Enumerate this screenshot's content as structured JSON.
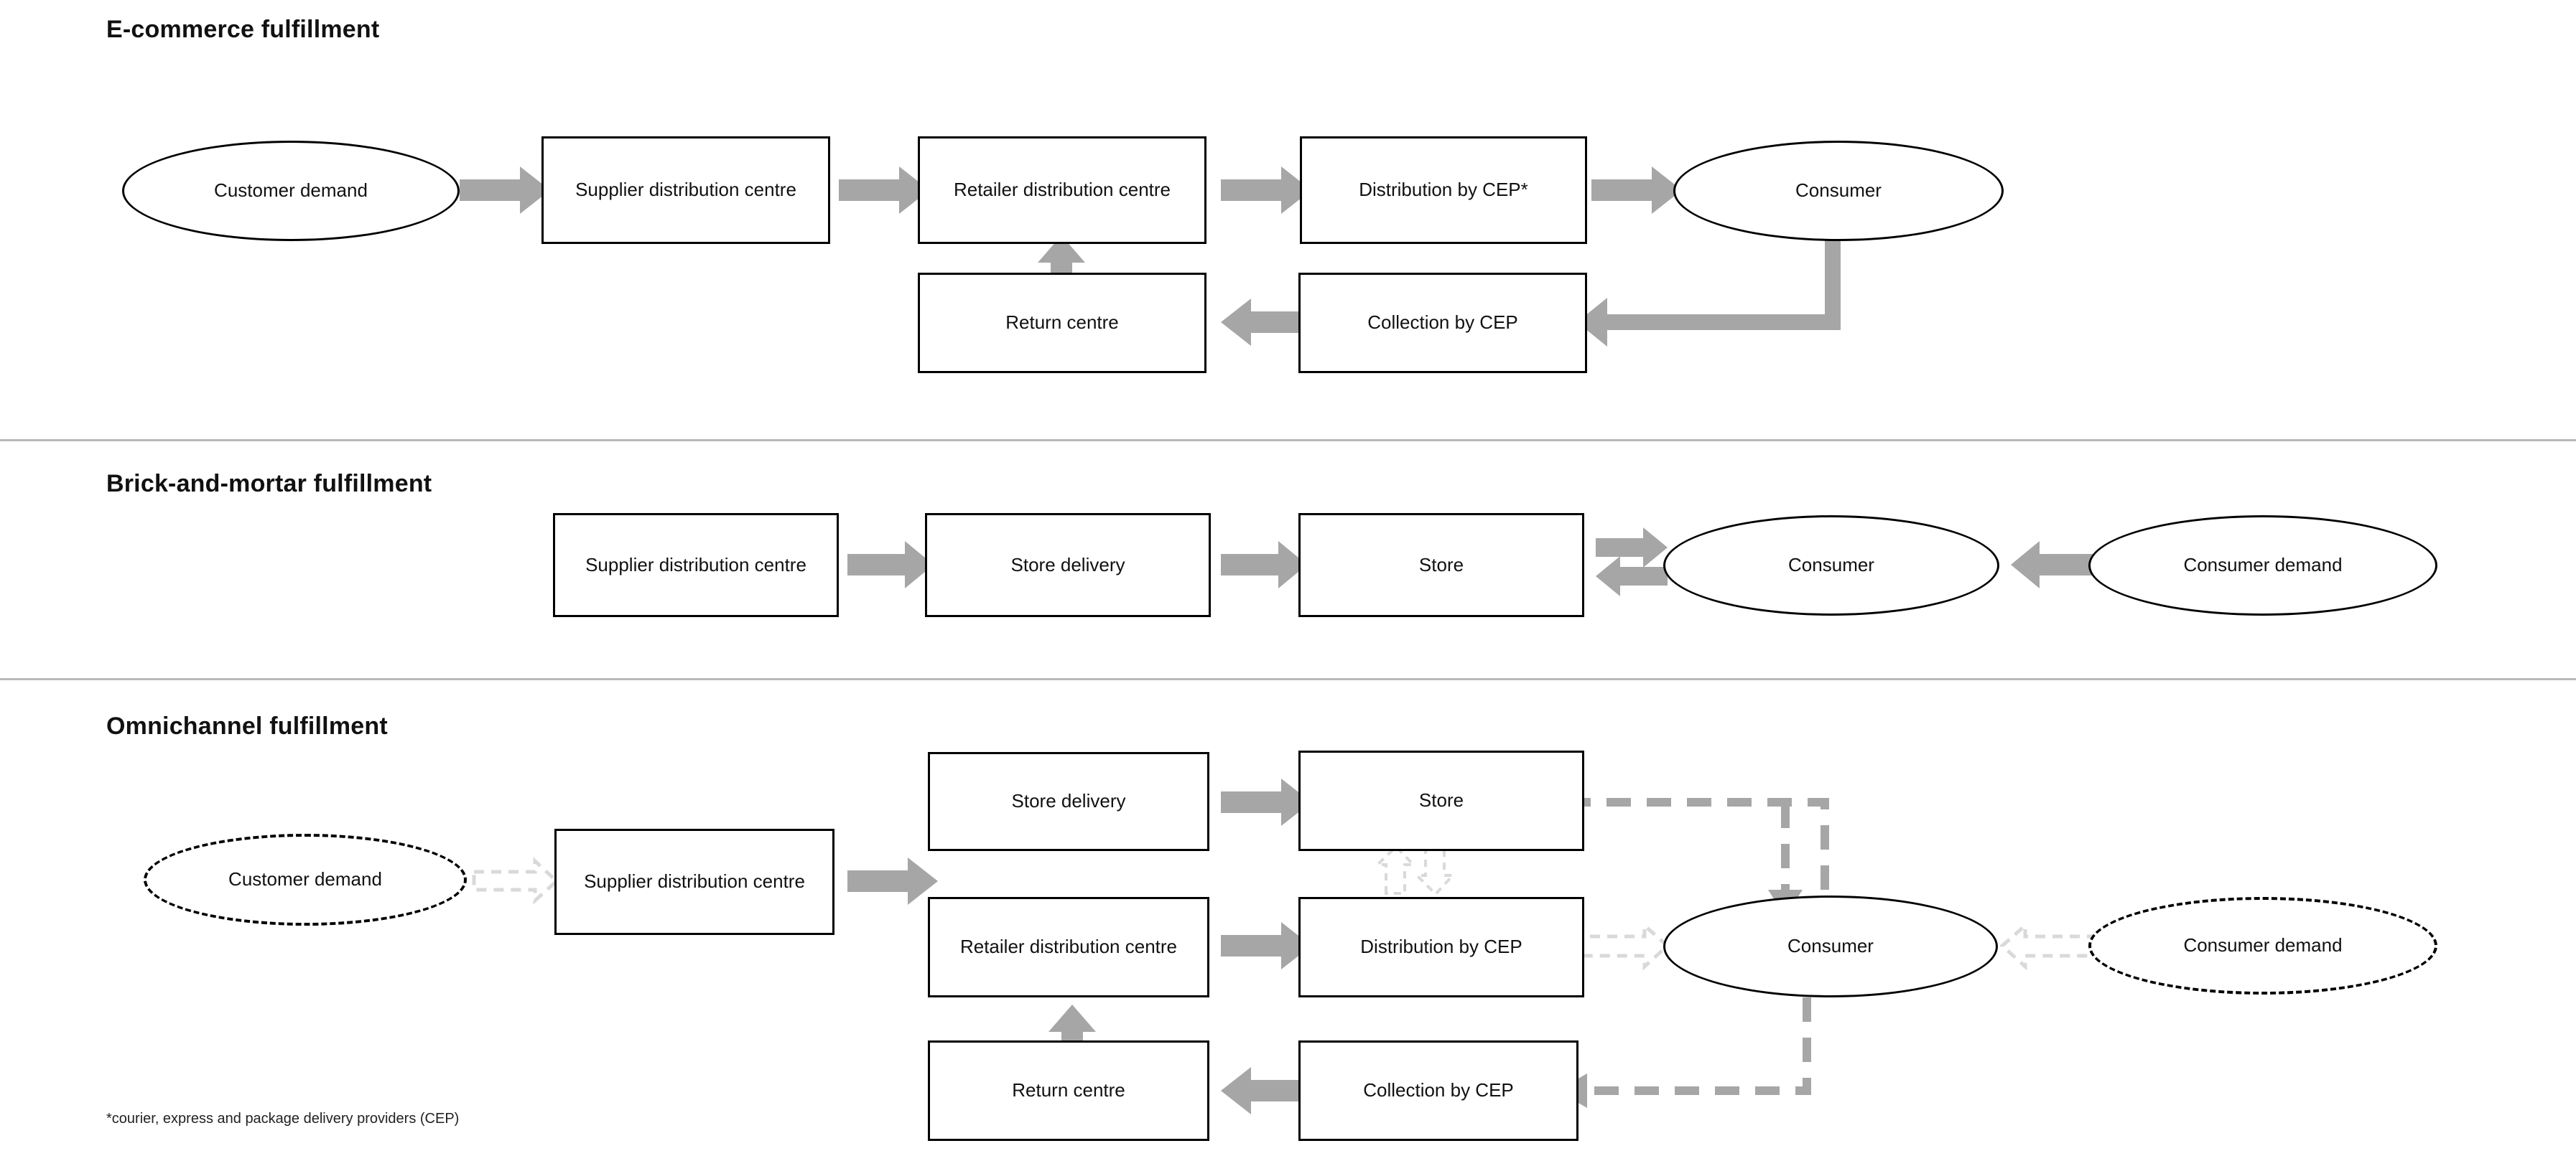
{
  "diagram": {
    "title_visible": false,
    "footnote": "*courier, express and package delivery providers (CEP)",
    "colors": {
      "node_stroke": "#000000",
      "node_fill": "#ffffff",
      "arrow_solid": "#a6a6a6",
      "arrow_dashed_dark": "#a6a6a6",
      "arrow_dashed_light": "#d9d9d9",
      "divider": "#b9b9b9",
      "text": "#111111"
    },
    "sections": [
      {
        "id": "ecommerce",
        "title": "E-commerce fulfillment",
        "nodes": [
          {
            "id": "cd",
            "label": "Customer demand",
            "shape": "ellipse",
            "style": "solid"
          },
          {
            "id": "sdc",
            "label": "Supplier distribution centre",
            "shape": "box",
            "style": "solid"
          },
          {
            "id": "rdc",
            "label": "Retailer distribution centre",
            "shape": "box",
            "style": "solid"
          },
          {
            "id": "dcep",
            "label": "Distribution by CEP*",
            "shape": "box",
            "style": "solid"
          },
          {
            "id": "cons",
            "label": "Consumer",
            "shape": "ellipse",
            "style": "solid"
          },
          {
            "id": "ret",
            "label": "Return centre",
            "shape": "box",
            "style": "solid"
          },
          {
            "id": "ccep",
            "label": "Collection by CEP",
            "shape": "box",
            "style": "solid"
          }
        ],
        "edges": [
          {
            "from": "cd",
            "to": "sdc",
            "style": "solid",
            "dir": "right"
          },
          {
            "from": "sdc",
            "to": "rdc",
            "style": "solid",
            "dir": "right"
          },
          {
            "from": "rdc",
            "to": "dcep",
            "style": "solid",
            "dir": "right"
          },
          {
            "from": "dcep",
            "to": "cons",
            "style": "solid",
            "dir": "right"
          },
          {
            "from": "cons",
            "to": "ccep",
            "style": "solid",
            "dir": "elbow-left"
          },
          {
            "from": "ccep",
            "to": "ret",
            "style": "solid",
            "dir": "left"
          },
          {
            "from": "ret",
            "to": "rdc",
            "style": "solid",
            "dir": "up"
          }
        ]
      },
      {
        "id": "brick",
        "title": "Brick-and-mortar fulfillment",
        "nodes": [
          {
            "id": "sdc2",
            "label": "Supplier distribution centre",
            "shape": "box",
            "style": "solid"
          },
          {
            "id": "sd2",
            "label": "Store delivery",
            "shape": "box",
            "style": "solid"
          },
          {
            "id": "st2",
            "label": "Store",
            "shape": "box",
            "style": "solid"
          },
          {
            "id": "cons2",
            "label": "Consumer",
            "shape": "ellipse",
            "style": "solid"
          },
          {
            "id": "cdem2",
            "label": "Consumer demand",
            "shape": "ellipse",
            "style": "solid"
          }
        ],
        "edges": [
          {
            "from": "sdc2",
            "to": "sd2",
            "style": "solid",
            "dir": "right"
          },
          {
            "from": "sd2",
            "to": "st2",
            "style": "solid",
            "dir": "right"
          },
          {
            "from": "st2",
            "to": "cons2",
            "style": "solid",
            "dir": "right"
          },
          {
            "from": "cons2",
            "to": "st2",
            "style": "solid",
            "dir": "left"
          },
          {
            "from": "cdem2",
            "to": "cons2",
            "style": "solid",
            "dir": "left"
          }
        ]
      },
      {
        "id": "omni",
        "title": "Omnichannel fulfillment",
        "nodes": [
          {
            "id": "cd3",
            "label": "Customer demand",
            "shape": "ellipse",
            "style": "dashed"
          },
          {
            "id": "sdc3",
            "label": "Supplier distribution centre",
            "shape": "box",
            "style": "solid"
          },
          {
            "id": "sd3",
            "label": "Store delivery",
            "shape": "box",
            "style": "solid"
          },
          {
            "id": "st3",
            "label": "Store",
            "shape": "box",
            "style": "solid"
          },
          {
            "id": "rdc3",
            "label": "Retailer distribution centre",
            "shape": "box",
            "style": "solid"
          },
          {
            "id": "dcep3",
            "label": "Distribution by CEP",
            "shape": "box",
            "style": "solid"
          },
          {
            "id": "cons3",
            "label": "Consumer",
            "shape": "ellipse",
            "style": "solid"
          },
          {
            "id": "cdem3",
            "label": "Consumer demand",
            "shape": "ellipse",
            "style": "dashed"
          },
          {
            "id": "ret3",
            "label": "Return centre",
            "shape": "box",
            "style": "solid"
          },
          {
            "id": "ccep3",
            "label": "Collection by CEP",
            "shape": "box",
            "style": "solid"
          }
        ],
        "edges": [
          {
            "from": "cd3",
            "to": "sdc3",
            "style": "dashed-light",
            "dir": "right"
          },
          {
            "from": "sdc3",
            "to": "branch",
            "style": "solid",
            "dir": "right"
          },
          {
            "from": "sd3",
            "to": "st3",
            "style": "solid",
            "dir": "right"
          },
          {
            "from": "rdc3",
            "to": "dcep3",
            "style": "solid",
            "dir": "right"
          },
          {
            "from": "st3",
            "to": "dcep3",
            "style": "dashed-light",
            "dir": "both-vertical"
          },
          {
            "from": "dcep3",
            "to": "cons3",
            "style": "dashed-light",
            "dir": "right"
          },
          {
            "from": "cdem3",
            "to": "cons3",
            "style": "dashed-light",
            "dir": "left"
          },
          {
            "from": "cons3",
            "to": "st3",
            "style": "dashed-dark",
            "dir": "elbow-up-left"
          },
          {
            "from": "cons3",
            "to": "ccep3",
            "style": "dashed-dark",
            "dir": "elbow-down-left"
          },
          {
            "from": "ccep3",
            "to": "ret3",
            "style": "solid",
            "dir": "left"
          },
          {
            "from": "ret3",
            "to": "rdc3",
            "style": "solid",
            "dir": "up"
          }
        ]
      }
    ]
  }
}
